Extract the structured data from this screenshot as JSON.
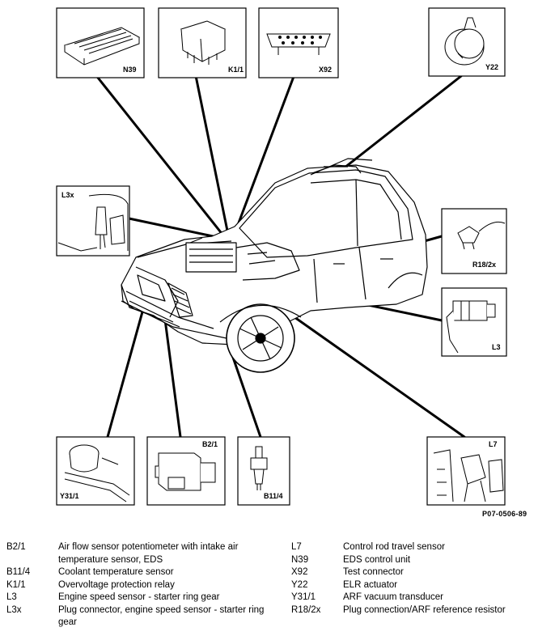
{
  "boxes": [
    {
      "id": "N39",
      "label": "N39"
    },
    {
      "id": "K1/1",
      "label": "K1/1"
    },
    {
      "id": "X92",
      "label": "X92"
    },
    {
      "id": "Y22",
      "label": "Y22"
    },
    {
      "id": "L3x",
      "label": "L3x"
    },
    {
      "id": "R18/2x",
      "label": "R18/2x"
    },
    {
      "id": "L3",
      "label": "L3"
    },
    {
      "id": "L7",
      "label": "L7"
    },
    {
      "id": "Y31/1",
      "label": "Y31/1"
    },
    {
      "id": "B2/1",
      "label": "B2/1"
    },
    {
      "id": "B11/4",
      "label": "B11/4"
    }
  ],
  "figure_code": "P07-0506-89",
  "legend": {
    "left": [
      {
        "code": "B2/1",
        "desc": "Air flow sensor potentiometer with intake air temperature sensor, EDS"
      },
      {
        "code": "B11/4",
        "desc": "Coolant temperature sensor"
      },
      {
        "code": "K1/1",
        "desc": "Overvoltage protection relay"
      },
      {
        "code": "L3",
        "desc": "Engine speed sensor - starter ring gear"
      },
      {
        "code": "L3x",
        "desc": "Plug connector, engine speed sensor - starter ring gear"
      }
    ],
    "right": [
      {
        "code": "L7",
        "desc": "Control rod travel sensor"
      },
      {
        "code": "N39",
        "desc": "EDS control unit"
      },
      {
        "code": "X92",
        "desc": "Test connector"
      },
      {
        "code": "Y22",
        "desc": "ELR actuator"
      },
      {
        "code": "Y31/1",
        "desc": "ARF vacuum transducer"
      },
      {
        "code": "R18/2x",
        "desc": "Plug connection/ARF reference resistor"
      }
    ]
  }
}
